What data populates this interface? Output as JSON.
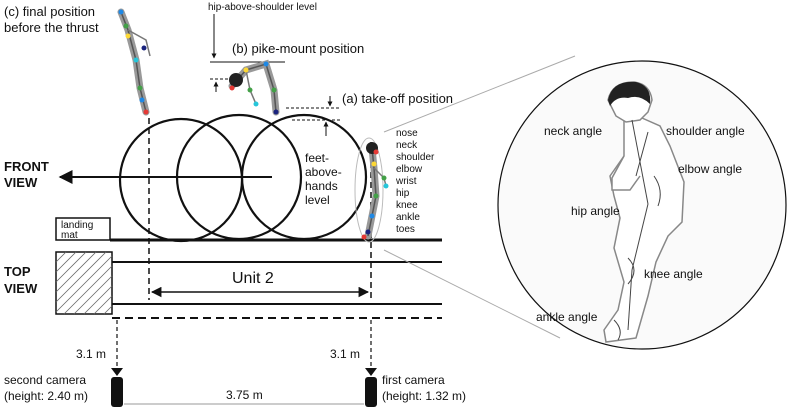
{
  "colors": {
    "line": "#111111",
    "joint_red": "#e53935",
    "joint_green": "#43a047",
    "joint_blue": "#1e88e5",
    "joint_yellow": "#fdd835",
    "joint_cyan": "#26c6da",
    "joint_navy": "#1a237e",
    "body_outline": "#888888",
    "zoom_fill": "#fafafa"
  },
  "labels": {
    "final_position": [
      "(c) final position",
      "before the thrust"
    ],
    "hip_above_shoulder": "hip-above-shoulder level",
    "pike_mount": "(b) pike-mount position",
    "takeoff": "(a)  take-off position",
    "feet_above_hands": [
      "feet-",
      "above-",
      "hands",
      "level"
    ],
    "front_view": [
      "FRONT",
      "VIEW"
    ],
    "top_view": [
      "TOP",
      "VIEW"
    ],
    "landing_mat": [
      "landing",
      "mat"
    ],
    "unit": "Unit 2",
    "distance_left": "3.1 m",
    "distance_right": "3.1 m",
    "camera_spacing": "3.75 m",
    "second_camera": [
      "second camera",
      "(height: 2.40 m)"
    ],
    "first_camera": [
      "first camera",
      "(height: 1.32 m)"
    ]
  },
  "joint_legend": [
    "nose",
    "neck",
    "shoulder",
    "elbow",
    "wrist",
    "hip",
    "knee",
    "ankle",
    "toes"
  ],
  "angle_labels": {
    "neck": "neck angle",
    "shoulder": "shoulder angle",
    "elbow": "elbow angle",
    "hip": "hip angle",
    "knee": "knee angle",
    "ankle": "ankle angle"
  }
}
